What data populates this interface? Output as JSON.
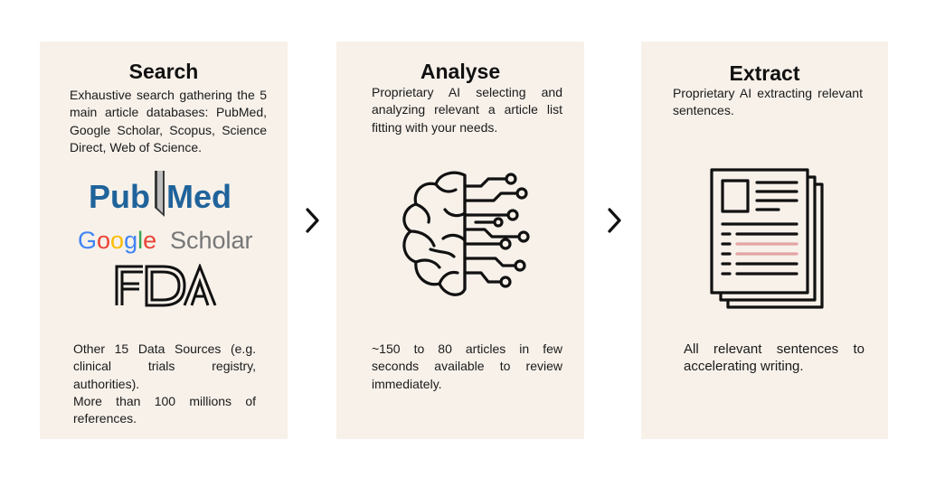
{
  "steps": [
    {
      "title": "Search",
      "description": "Exhaustive search gathering the 5 main article databases: PubMed, Google Scholar, Scopus, Science Direct, Web of Science.",
      "logos": {
        "pubmed": {
          "part1": "Pub",
          "part2": "Med"
        },
        "google_scholar": {
          "part1": "Google",
          "part2": "Scholar"
        },
        "fda": "FDA"
      },
      "footer_lines": [
        "Other 15 Data Sources (e.g. clinical trials registry, authorities).",
        "More than 100 millions of references."
      ]
    },
    {
      "title": "Analyse",
      "description": "Proprietary AI selecting and analyzing relevant a article list fitting with your needs.",
      "icon": "brain-circuit-icon",
      "footer": "~150 to 80 articles in few seconds available to review immediately."
    },
    {
      "title": "Extract",
      "description": "Proprietary AI extracting relevant sentences.",
      "icon": "documents-stack-icon",
      "footer": "All relevant sentences to accelerating writing."
    }
  ],
  "arrow_icon": "chevron-right-icon",
  "colors": {
    "panel_bg": "#f7f1ea",
    "pubmed_blue": "#20639b",
    "google_blue": "#4285f4",
    "google_red": "#ea4335",
    "google_yellow": "#fbbc05",
    "google_green": "#34a853",
    "scholar_gray": "#777777",
    "highlight_pink": "#e4a4a4"
  }
}
